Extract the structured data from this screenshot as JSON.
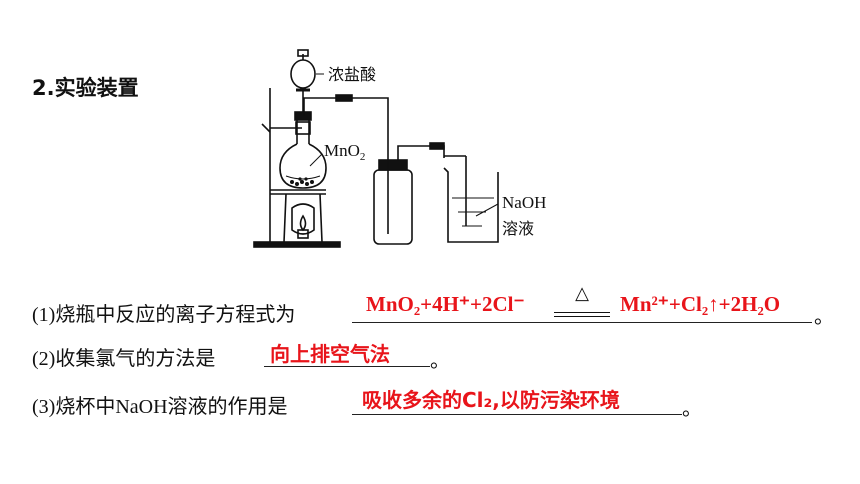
{
  "section": {
    "title": "2.实验装置"
  },
  "apparatus": {
    "label_acid": "浓盐酸",
    "label_mno2_main": "MnO",
    "label_mno2_sub": "2",
    "label_naoh": "NaOH",
    "label_solution": "溶液"
  },
  "questions": {
    "q1": {
      "prompt": "(1)烧瓶中反应的离子方程式为",
      "answer_reactants": "MnO₂+4H⁺+2Cl⁻",
      "answer_condition": "△",
      "answer_products": "Mn²⁺+Cl₂↑+2H₂O",
      "end": "。"
    },
    "q2": {
      "prompt": "(2)收集氯气的方法是",
      "answer": "向上排空气法",
      "end": "。"
    },
    "q3": {
      "prompt": "(3)烧杯中NaOH溶液的作用是",
      "answer": "吸收多余的Cl₂,以防污染环境",
      "end": "。"
    }
  },
  "colors": {
    "answer": "#e8141a",
    "text": "#111111"
  }
}
